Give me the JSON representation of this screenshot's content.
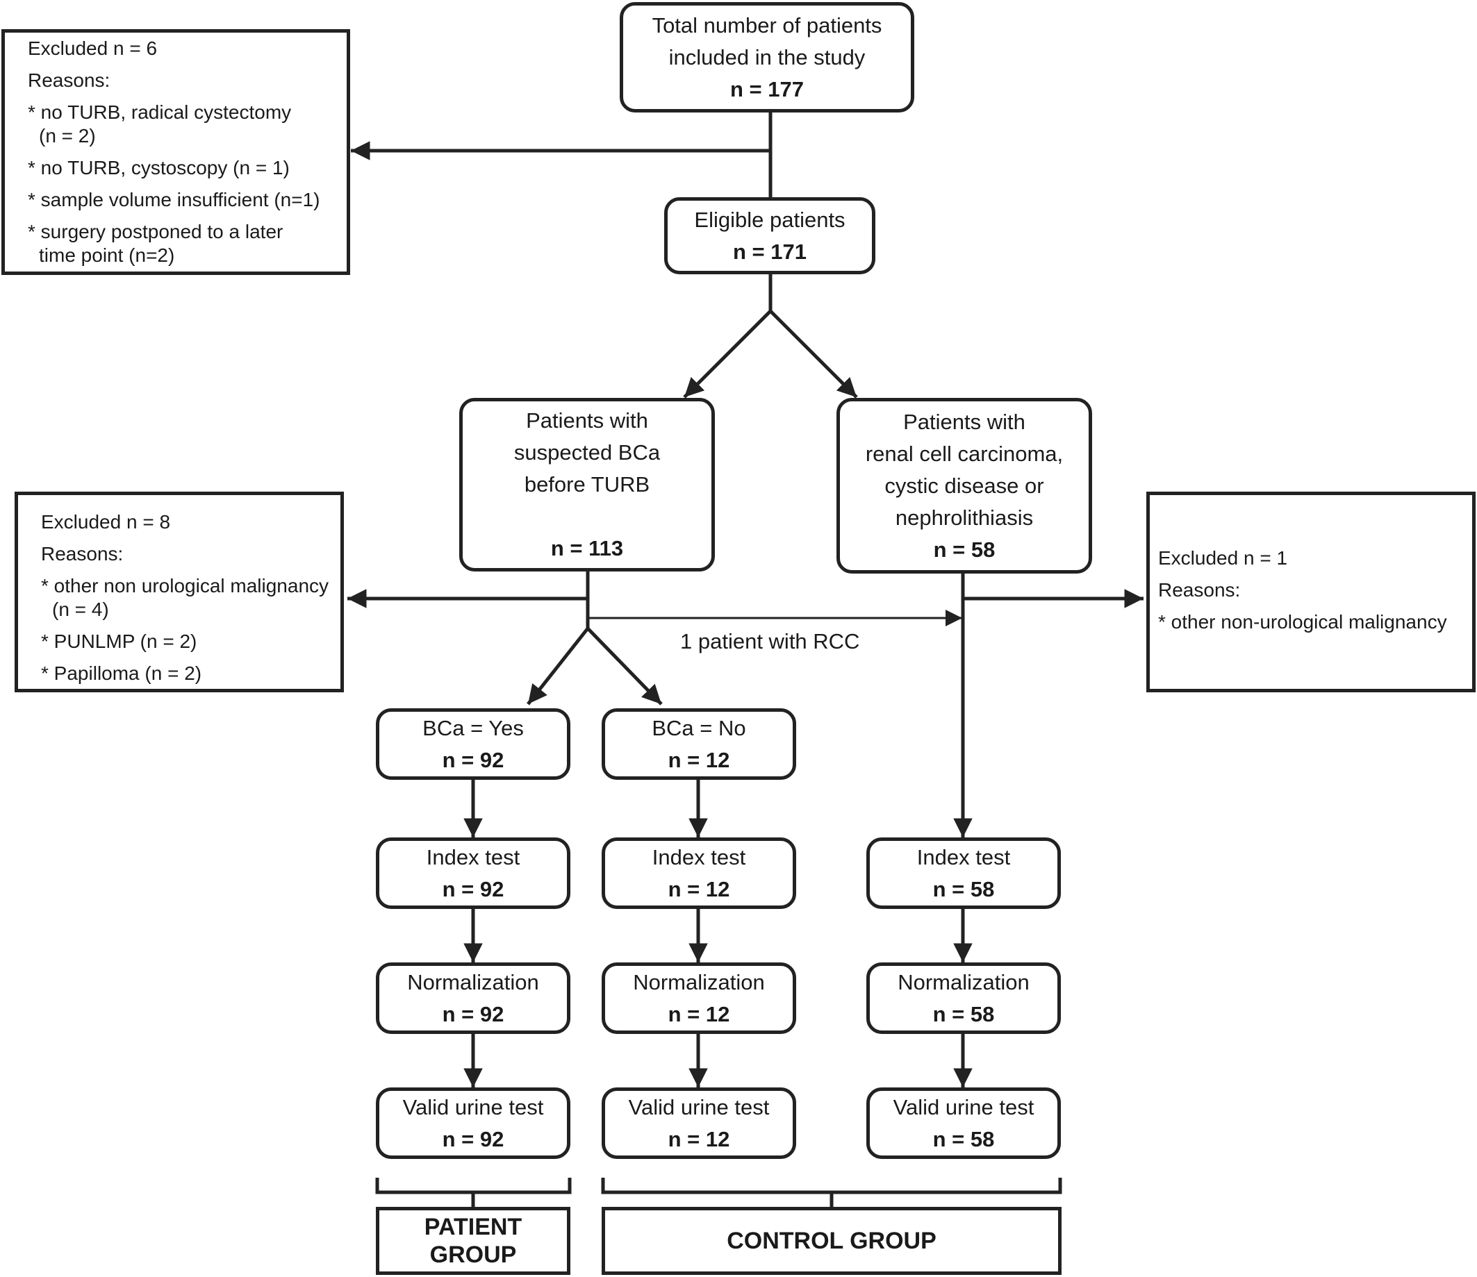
{
  "total": {
    "line1": "Total number of patients",
    "line2": "included in the study",
    "n": "n = 177"
  },
  "eligible": {
    "line1": "Eligible patients",
    "n": "n = 171"
  },
  "excluded_top": {
    "title": "Excluded n = 6",
    "reasons_label": "Reasons:",
    "reasons": [
      {
        "main": "* no TURB, radical cystectomy",
        "cont": "(n = 2)"
      },
      {
        "main": "* no TURB, cystoscopy (n = 1)",
        "cont": ""
      },
      {
        "main": "* sample volume insufficient (n=1)",
        "cont": ""
      },
      {
        "main": "* surgery postponed to a later",
        "cont": "time point (n=2)"
      }
    ]
  },
  "suspected": {
    "line1": "Patients with",
    "line2": "suspected BCa",
    "line3": "before TURB",
    "n": "n = 113"
  },
  "renal": {
    "line1": "Patients with",
    "line2": "renal cell carcinoma,",
    "line3": "cystic disease or",
    "line4": "nephrolithiasis",
    "n": "n = 58"
  },
  "excluded_left": {
    "title": "Excluded n = 8",
    "reasons_label": "Reasons:",
    "reasons": [
      {
        "main": "* other non urological malignancy",
        "cont": "(n = 4)"
      },
      {
        "main": "* PUNLMP (n = 2)",
        "cont": ""
      },
      {
        "main": "* Papilloma (n = 2)",
        "cont": ""
      }
    ]
  },
  "excluded_right": {
    "title": "Excluded n = 1",
    "reasons_label": "Reasons:",
    "reasons": [
      {
        "main": "* other non-urological malignancy",
        "cont": ""
      }
    ]
  },
  "rcc_transfer_label": "1 patient with RCC",
  "bca_yes": {
    "line1": "BCa = Yes",
    "n": "n = 92"
  },
  "bca_no": {
    "line1": "BCa = No",
    "n": "n = 12"
  },
  "columns": [
    {
      "index": {
        "line1": "Index test",
        "n": "n = 92"
      },
      "norm": {
        "line1": "Normalization",
        "n": "n = 92"
      },
      "valid": {
        "line1": "Valid urine test",
        "n": "n = 92"
      }
    },
    {
      "index": {
        "line1": "Index test",
        "n": "n = 12"
      },
      "norm": {
        "line1": "Normalization",
        "n": "n = 12"
      },
      "valid": {
        "line1": "Valid urine test",
        "n": "n = 12"
      }
    },
    {
      "index": {
        "line1": "Index test",
        "n": "n = 58"
      },
      "norm": {
        "line1": "Normalization",
        "n": "n = 58"
      },
      "valid": {
        "line1": "Valid urine test",
        "n": "n = 58"
      }
    }
  ],
  "patient_group": {
    "line1": "PATIENT",
    "line2": "GROUP"
  },
  "control_group": {
    "line1": "CONTROL GROUP"
  }
}
